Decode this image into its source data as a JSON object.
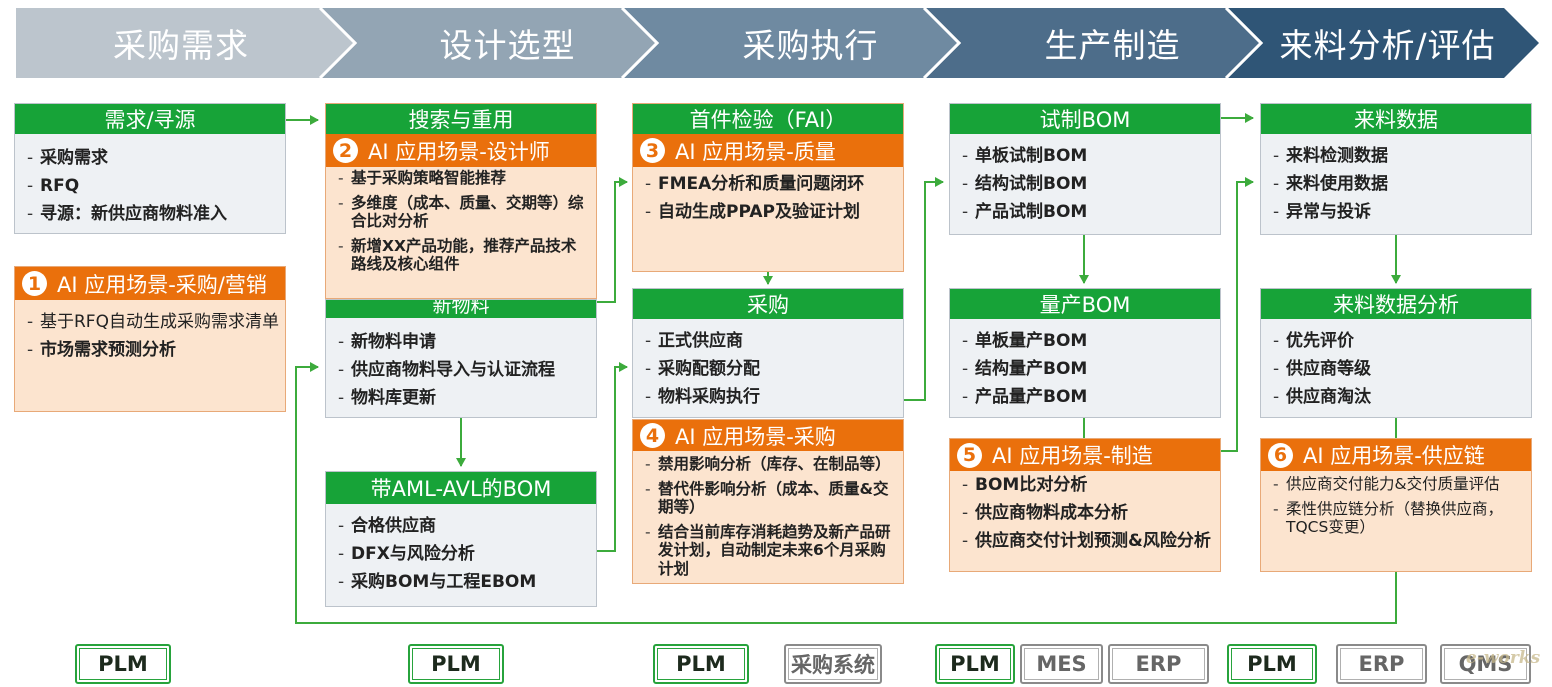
{
  "stages": [
    "采购需求",
    "设计选型",
    "采购执行",
    "生产制造",
    "来料分析/评估"
  ],
  "colors": {
    "green": "#17a338",
    "orange": "#ea700c",
    "arrow": "#3cab3c"
  },
  "demand": {
    "title": "需求/寻源",
    "items": [
      "采购需求",
      "RFQ",
      "寻源：新供应商物料准入"
    ]
  },
  "ai1": {
    "num": "1",
    "title": "AI 应用场景-采购/营销",
    "items": [
      "基于RFQ自动生成采购需求清单",
      "市场需求预测分析"
    ]
  },
  "search": {
    "title": "搜索与重用"
  },
  "ai2": {
    "num": "2",
    "title": "AI 应用场景-设计师",
    "items": [
      "基于采购策略智能推荐",
      "多维度（成本、质量、交期等）综合比对分析",
      "新增XX产品功能，推荐产品技术路线及核心组件"
    ]
  },
  "newmat": {
    "title": "新物料",
    "items": [
      "新物料申请",
      "供应商物料导入与认证流程",
      "物料库更新"
    ]
  },
  "aml": {
    "title": "带AML-AVL的BOM",
    "items": [
      "合格供应商",
      "DFX与风险分析",
      "采购BOM与工程EBOM"
    ]
  },
  "fai": {
    "title": "首件检验（FAI）"
  },
  "ai3": {
    "num": "3",
    "title": "AI 应用场景-质量",
    "items": [
      "FMEA分析和质量问题闭环",
      "自动生成PPAP及验证计划"
    ]
  },
  "purchase": {
    "title": "采购",
    "items": [
      "正式供应商",
      "采购配额分配",
      "物料采购执行"
    ]
  },
  "ai4": {
    "num": "4",
    "title": "AI 应用场景-采购",
    "items": [
      "禁用影响分析（库存、在制品等）",
      "替代件影响分析（成本、质量&交期等）",
      "结合当前库存消耗趋势及新产品研发计划，自动制定未来6个月采购计划"
    ]
  },
  "trialbom": {
    "title": "试制BOM",
    "items": [
      "单板试制BOM",
      "结构试制BOM",
      "产品试制BOM"
    ]
  },
  "massbom": {
    "title": "量产BOM",
    "items": [
      "单板量产BOM",
      "结构量产BOM",
      "产品量产BOM"
    ]
  },
  "ai5": {
    "num": "5",
    "title": "AI 应用场景-制造",
    "items": [
      "BOM比对分析",
      "供应商物料成本分析",
      "供应商交付计划预测&风险分析"
    ]
  },
  "incoming": {
    "title": "来料数据",
    "items": [
      "来料检测数据",
      "来料使用数据",
      "异常与投诉"
    ]
  },
  "incominganalysis": {
    "title": "来料数据分析",
    "items": [
      "优先评价",
      "供应商等级",
      "供应商淘汰"
    ]
  },
  "ai6": {
    "num": "6",
    "title": "AI 应用场景-供应链",
    "items": [
      "供应商交付能力&交付质量评估",
      "柔性供应链分析（替换供应商，TQCS变更）"
    ]
  },
  "systems": [
    "PLM",
    "PLM",
    "PLM",
    "采购系统",
    "PLM",
    "MES",
    "ERP",
    "PLM",
    "ERP",
    "QMS"
  ],
  "watermark": "e-works"
}
